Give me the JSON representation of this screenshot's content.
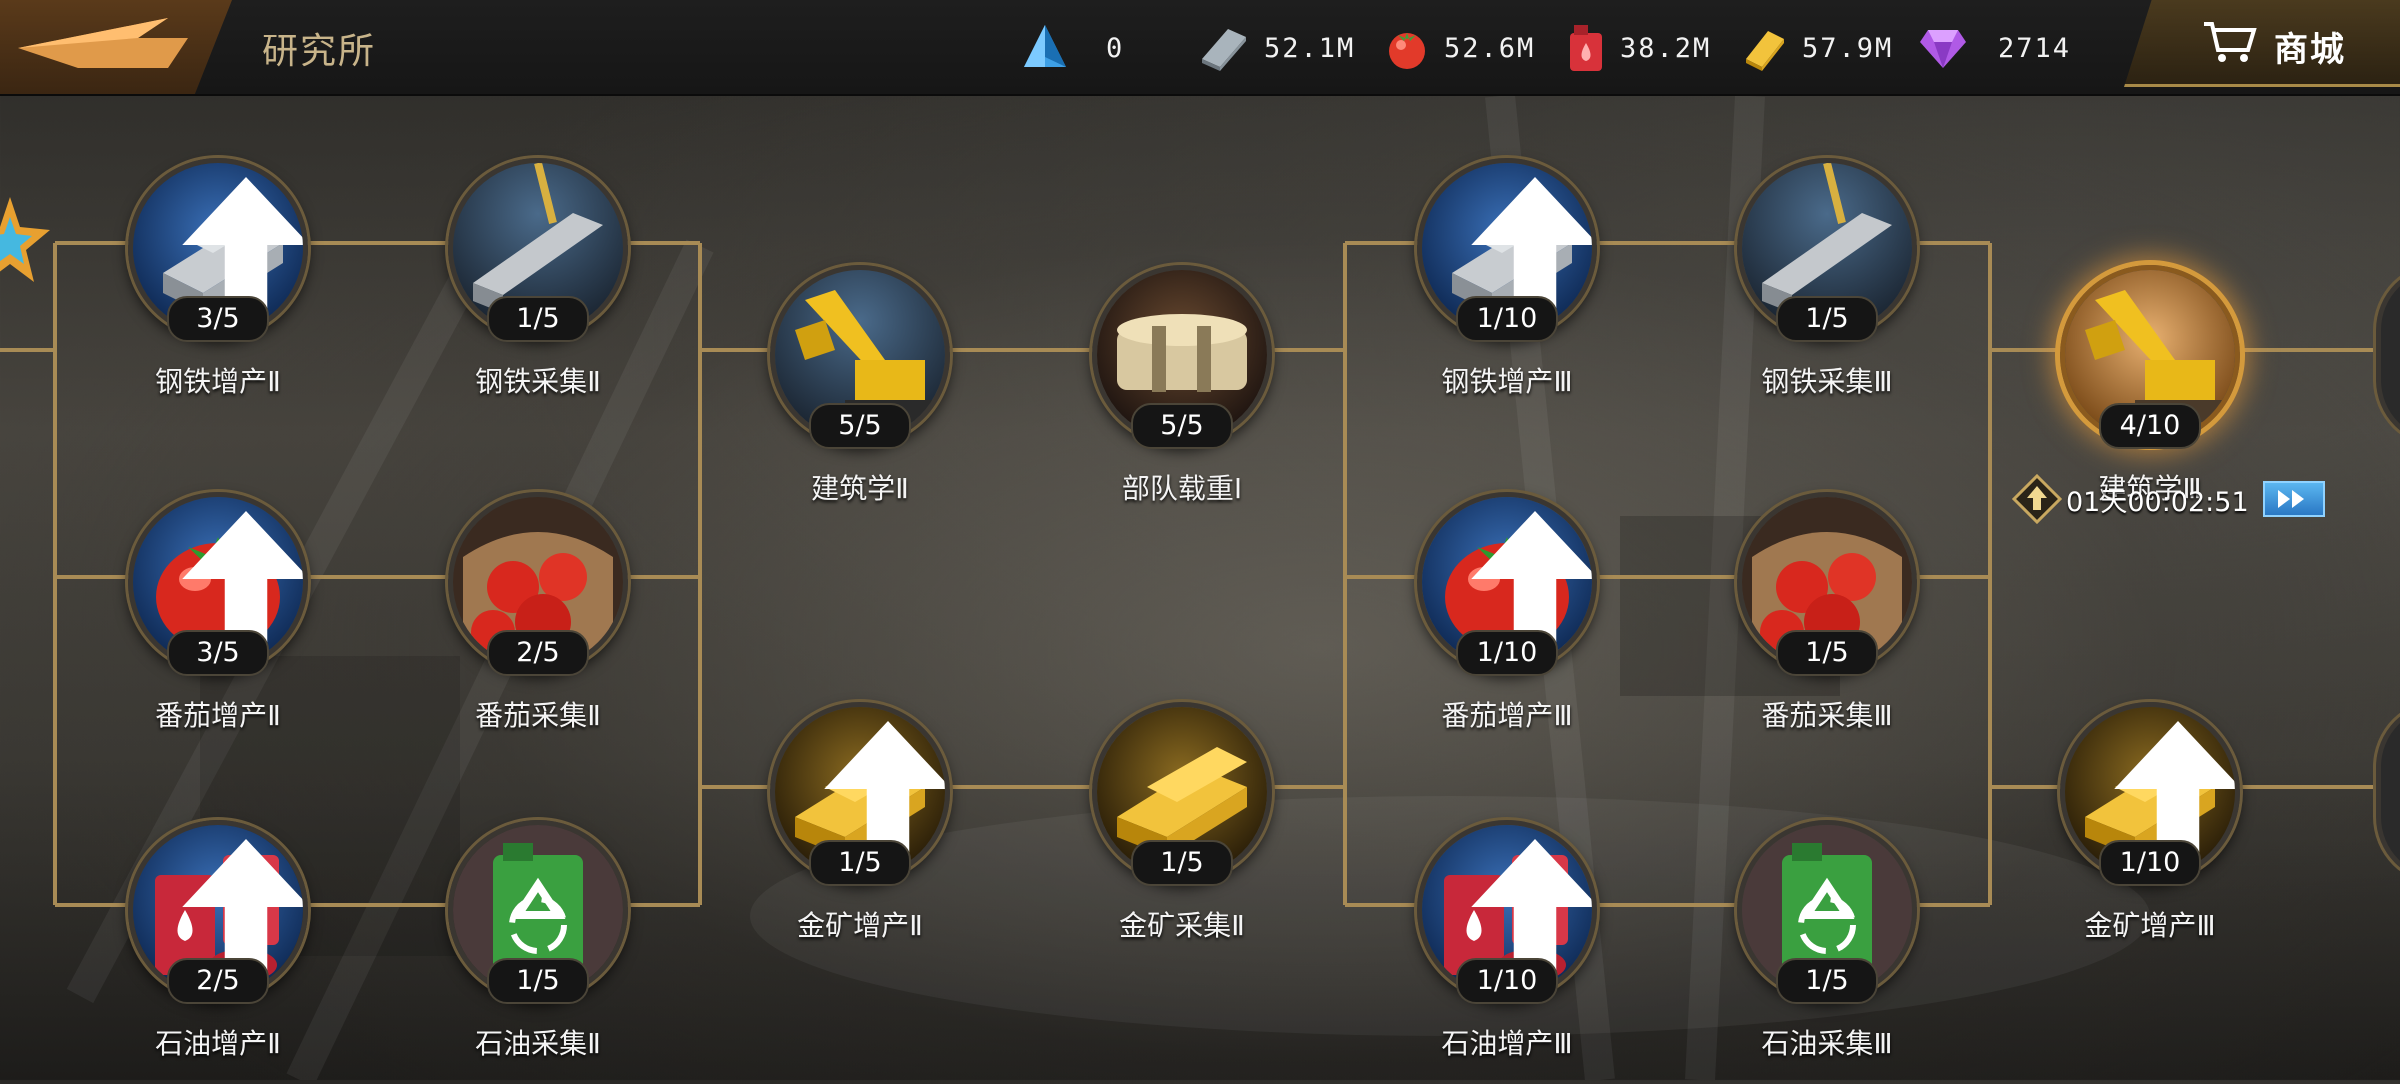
{
  "header": {
    "title": "研究所",
    "shop_label": "商城"
  },
  "resources": [
    {
      "name": "crystal",
      "icon": "pyramid-crystal-icon",
      "value": "0"
    },
    {
      "name": "steel",
      "icon": "steel-bar-icon",
      "value": "52.1M"
    },
    {
      "name": "tomato",
      "icon": "tomato-icon",
      "value": "52.6M"
    },
    {
      "name": "oil",
      "icon": "oil-can-icon",
      "value": "38.2M"
    },
    {
      "name": "gold",
      "icon": "gold-bar-icon",
      "value": "57.9M"
    },
    {
      "name": "diamond",
      "icon": "diamond-icon",
      "value": "2714"
    }
  ],
  "nodes": [
    {
      "id": "steel-boost-2",
      "label": "钢铁增产Ⅱ",
      "level": "3/5",
      "icon": "steel-beam-icon",
      "boost": true
    },
    {
      "id": "steel-gather-2",
      "label": "钢铁采集Ⅱ",
      "level": "1/5",
      "icon": "crane-beam-icon",
      "boost": false
    },
    {
      "id": "tomato-boost-2",
      "label": "番茄增产Ⅱ",
      "level": "3/5",
      "icon": "tomato-icon",
      "boost": true
    },
    {
      "id": "tomato-gather-2",
      "label": "番茄采集Ⅱ",
      "level": "2/5",
      "icon": "tomato-sack-icon",
      "boost": false
    },
    {
      "id": "oil-boost-2",
      "label": "石油增产Ⅱ",
      "level": "2/5",
      "icon": "oil-barrel-icon",
      "boost": true
    },
    {
      "id": "oil-gather-2",
      "label": "石油采集Ⅱ",
      "level": "1/5",
      "icon": "recycle-can-icon",
      "boost": false
    },
    {
      "id": "architecture-2",
      "label": "建筑学Ⅱ",
      "level": "5/5",
      "icon": "excavator-icon",
      "boost": false
    },
    {
      "id": "troop-load-1",
      "label": "部队载重Ⅰ",
      "level": "5/5",
      "icon": "cargo-icon",
      "boost": false
    },
    {
      "id": "gold-boost-2",
      "label": "金矿增产Ⅱ",
      "level": "1/5",
      "icon": "gold-pile-icon",
      "boost": true
    },
    {
      "id": "gold-gather-2",
      "label": "金矿采集Ⅱ",
      "level": "1/5",
      "icon": "gold-pile-icon",
      "boost": false
    },
    {
      "id": "steel-boost-3",
      "label": "钢铁增产Ⅲ",
      "level": "1/10",
      "icon": "steel-beam-icon",
      "boost": true
    },
    {
      "id": "steel-gather-3",
      "label": "钢铁采集Ⅲ",
      "level": "1/5",
      "icon": "crane-beam-icon",
      "boost": false
    },
    {
      "id": "tomato-boost-3",
      "label": "番茄增产Ⅲ",
      "level": "1/10",
      "icon": "tomato-icon",
      "boost": true
    },
    {
      "id": "tomato-gather-3",
      "label": "番茄采集Ⅲ",
      "level": "1/5",
      "icon": "tomato-sack-icon",
      "boost": false
    },
    {
      "id": "oil-boost-3",
      "label": "石油增产Ⅲ",
      "level": "1/10",
      "icon": "oil-barrel-icon",
      "boost": true
    },
    {
      "id": "oil-gather-3",
      "label": "石油采集Ⅲ",
      "level": "1/5",
      "icon": "recycle-can-icon",
      "boost": false
    },
    {
      "id": "architecture-3",
      "label": "建筑学Ⅲ",
      "level": "4/10",
      "icon": "excavator-icon",
      "boost": false,
      "active": true
    },
    {
      "id": "gold-boost-3",
      "label": "金矿增产Ⅲ",
      "level": "1/10",
      "icon": "gold-pile-icon",
      "boost": true
    }
  ],
  "research_timer": "01天00:02:51",
  "colors": {
    "line": "#a88b55",
    "accent_gold": "#d4a84a",
    "active_glow": "#f0a03c",
    "speedup_blue": "#3a8fd8"
  }
}
